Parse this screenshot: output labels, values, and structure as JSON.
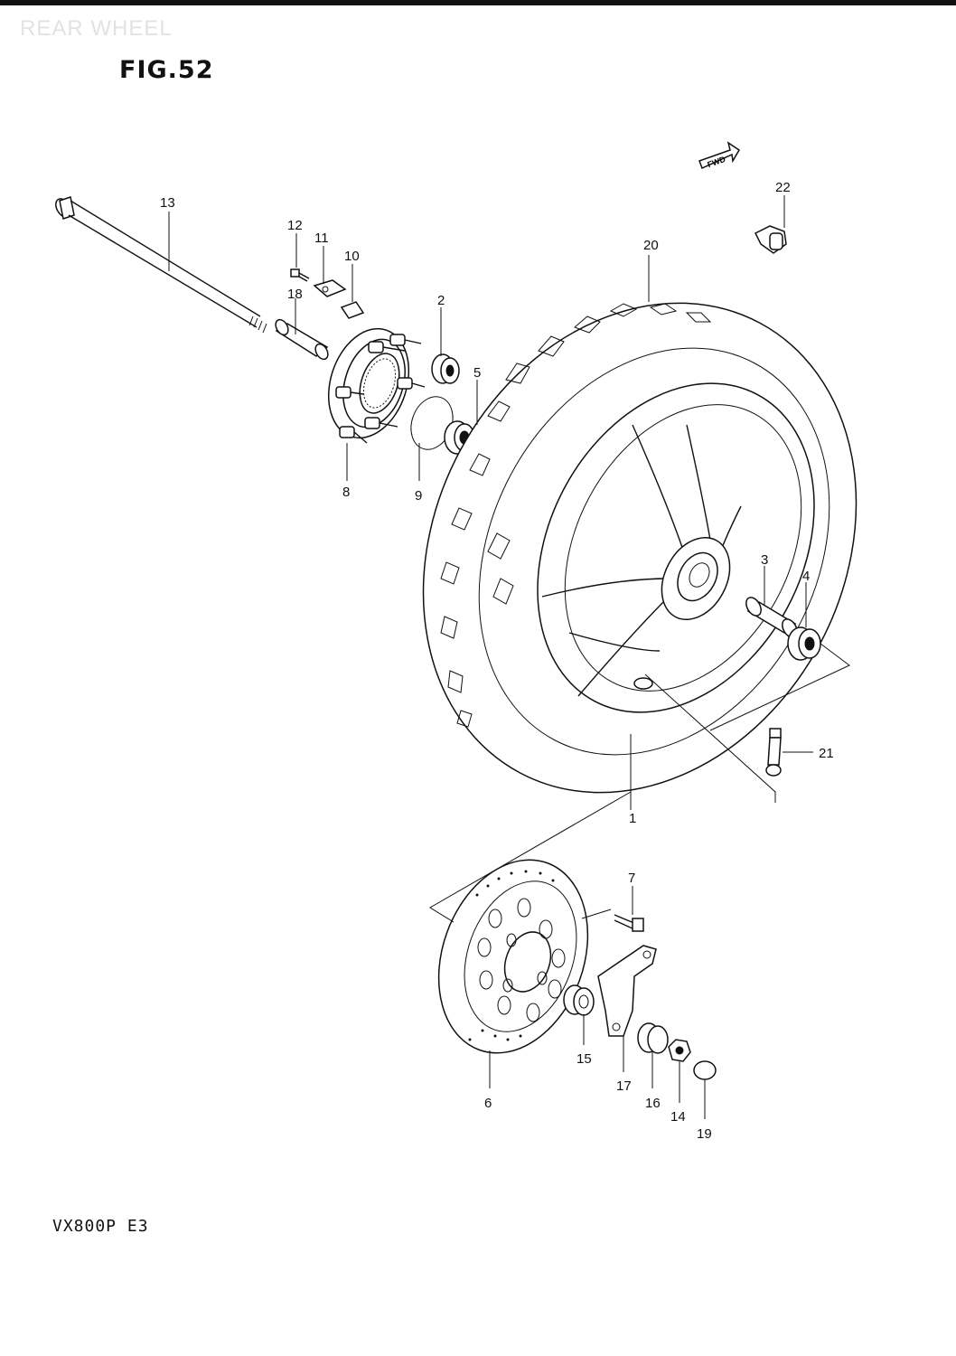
{
  "header": {
    "ghost_title": "REAR WHEEL",
    "figure_label": "FIG.52"
  },
  "footer": {
    "model_code": "VX800P  E3"
  },
  "diagram": {
    "direction_badge": "FWD",
    "callouts": [
      {
        "id": "1",
        "label": "1"
      },
      {
        "id": "2",
        "label": "2"
      },
      {
        "id": "3",
        "label": "3"
      },
      {
        "id": "4",
        "label": "4"
      },
      {
        "id": "5",
        "label": "5"
      },
      {
        "id": "6",
        "label": "6"
      },
      {
        "id": "7",
        "label": "7"
      },
      {
        "id": "8",
        "label": "8"
      },
      {
        "id": "9",
        "label": "9"
      },
      {
        "id": "10",
        "label": "10"
      },
      {
        "id": "11",
        "label": "11"
      },
      {
        "id": "12",
        "label": "12"
      },
      {
        "id": "13",
        "label": "13"
      },
      {
        "id": "14",
        "label": "14"
      },
      {
        "id": "15",
        "label": "15"
      },
      {
        "id": "16",
        "label": "16"
      },
      {
        "id": "17",
        "label": "17"
      },
      {
        "id": "18",
        "label": "18"
      },
      {
        "id": "19",
        "label": "19"
      },
      {
        "id": "20",
        "label": "20"
      },
      {
        "id": "21",
        "label": "21"
      },
      {
        "id": "22",
        "label": "22"
      }
    ]
  }
}
